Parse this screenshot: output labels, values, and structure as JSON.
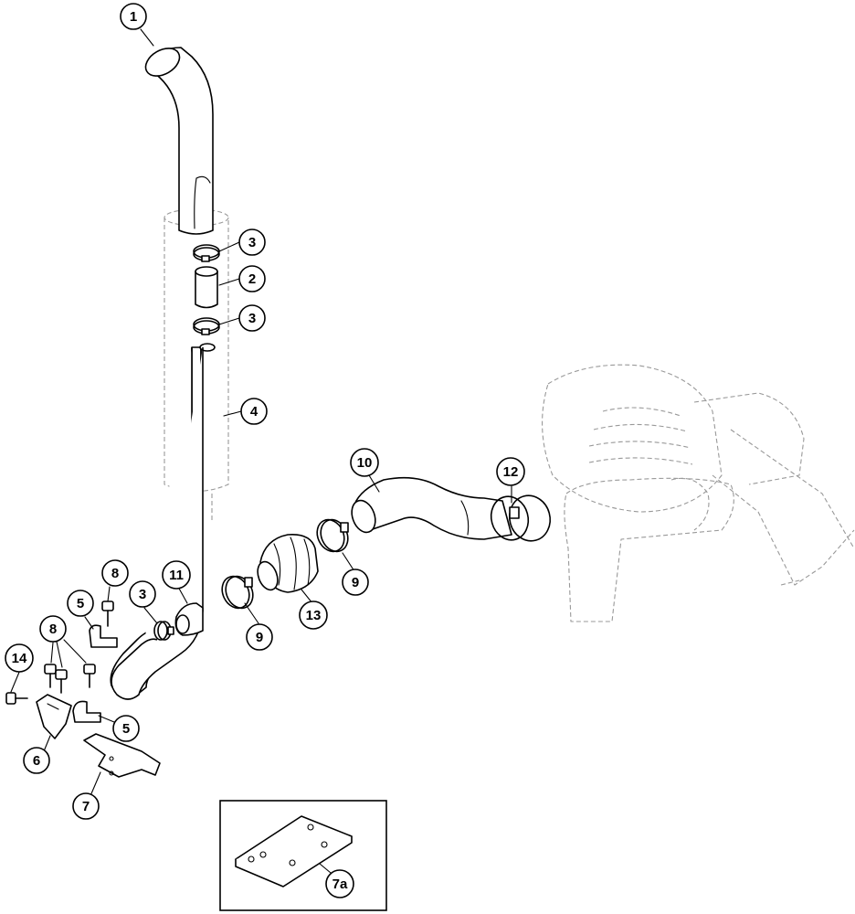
{
  "callouts": [
    {
      "id": "c1",
      "label": "1"
    },
    {
      "id": "c3a",
      "label": "3"
    },
    {
      "id": "c2",
      "label": "2"
    },
    {
      "id": "c3b",
      "label": "3"
    },
    {
      "id": "c4",
      "label": "4"
    },
    {
      "id": "c10",
      "label": "10"
    },
    {
      "id": "c12",
      "label": "12"
    },
    {
      "id": "c9a",
      "label": "9"
    },
    {
      "id": "c13",
      "label": "13"
    },
    {
      "id": "c9b",
      "label": "9"
    },
    {
      "id": "c11",
      "label": "11"
    },
    {
      "id": "c3c",
      "label": "3"
    },
    {
      "id": "c8a",
      "label": "8"
    },
    {
      "id": "c5a",
      "label": "5"
    },
    {
      "id": "c8b",
      "label": "8"
    },
    {
      "id": "c14",
      "label": "14"
    },
    {
      "id": "c5b",
      "label": "5"
    },
    {
      "id": "c6",
      "label": "6"
    },
    {
      "id": "c7",
      "label": "7"
    },
    {
      "id": "c7a",
      "label": "7a"
    }
  ]
}
